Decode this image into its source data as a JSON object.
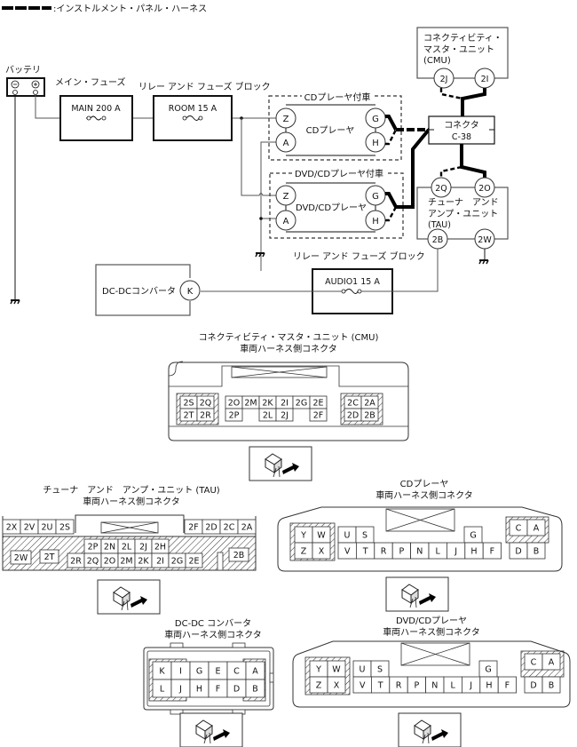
{
  "legend": {
    "label": ":インストルメント・パネル・ハーネス"
  },
  "wiring": {
    "battery": {
      "label": "バッテリ",
      "neg": "⊖",
      "pos": "⊕"
    },
    "main_fuse": {
      "caption": "メイン・フューズ",
      "name": "MAIN 200 A"
    },
    "room_fuse": {
      "caption": "リレー アンド フューズ ブロック",
      "name": "ROOM 15 A"
    },
    "cd_group": {
      "caption": "CDプレーヤ付車",
      "unit": "CDプレーヤ",
      "pins": [
        "Z",
        "A",
        "G",
        "H"
      ]
    },
    "dvd_group": {
      "caption": "DVD/CDプレーヤ付車",
      "unit": "DVD/CDプレーヤ",
      "pins": [
        "Z",
        "A",
        "G",
        "H"
      ]
    },
    "cmu": {
      "line1": "コネクティビティ・",
      "line2": "マスタ・ユニット",
      "line3": "(CMU)",
      "pins": [
        "2J",
        "2I"
      ]
    },
    "connector": {
      "line1": "コネクタ",
      "line2": "C-38"
    },
    "tau": {
      "line1": "チューナ　アンド",
      "line2": "アンプ・ユニット",
      "line3": "(TAU)",
      "pins": [
        "2Q",
        "2O",
        "2B",
        "2W"
      ]
    },
    "audio_fuse": {
      "caption": "リレー アンド フューズ ブロック",
      "name": "AUDIO1 15 A"
    },
    "dcdc": {
      "label": "DC-DCコンバータ",
      "pin": "K"
    }
  },
  "connectors": {
    "cmu": {
      "title1": "コネクティビティ・マスタ・ユニット (CMU)",
      "title2": "車両ハーネス側コネクタ",
      "left_top": [
        "2S",
        "2Q"
      ],
      "left_bottom": [
        "2T",
        "2R"
      ],
      "mid_top": [
        "2O",
        "2M",
        "2K",
        "2I",
        "2G",
        "2E"
      ],
      "mid_bottom": [
        "2P",
        "",
        "2L",
        "2J",
        "",
        "2F"
      ],
      "right_top": [
        "2C",
        "2A"
      ],
      "right_bottom": [
        "2D",
        "2B"
      ]
    },
    "tau": {
      "title1": "チューナ　アンド　アンプ・ユニット (TAU)",
      "title2": "車両ハーネス側コネクタ",
      "top_left": [
        "2X",
        "2V",
        "2U",
        "2S"
      ],
      "top_right": [
        "2F",
        "2D",
        "2C",
        "2A"
      ],
      "mid_top": [
        "2P",
        "2N",
        "2L",
        "2J",
        "2H"
      ],
      "mid_bottom": [
        "2R",
        "2Q",
        "2O",
        "2M",
        "2K",
        "2I",
        "2G",
        "2E"
      ],
      "singles": [
        "2W",
        "2T",
        "2B"
      ]
    },
    "cd": {
      "title1": "CDプレーヤ",
      "title2": "車両ハーネス側コネクタ",
      "left_top": [
        "Y",
        "W"
      ],
      "left_bottom": [
        "Z",
        "X"
      ],
      "top_row": [
        "U",
        "S"
      ],
      "g_cell": "G",
      "bottom_row": [
        "V",
        "T",
        "R",
        "P",
        "N",
        "L",
        "J",
        "H",
        "F"
      ],
      "right_top": [
        "C",
        "A"
      ],
      "right_bottom": [
        "D",
        "B"
      ]
    },
    "dcdc": {
      "title1": "DC-DC コンバータ",
      "title2": "車両ハーネス側コネクタ",
      "top": [
        "K",
        "I",
        "G",
        "E",
        "C",
        "A"
      ],
      "bottom": [
        "L",
        "J",
        "H",
        "F",
        "D",
        "B"
      ]
    },
    "dvd": {
      "title1": "DVD/CDプレーヤ",
      "title2": "車両ハーネス側コネクタ",
      "left_top": [
        "Y",
        "W"
      ],
      "left_bottom": [
        "Z",
        "X"
      ],
      "top_row": [
        "U",
        "S"
      ],
      "g_cell": "G",
      "bottom_row": [
        "V",
        "T",
        "R",
        "P",
        "N",
        "L",
        "J",
        "H",
        "F"
      ],
      "right_top": [
        "C",
        "A"
      ],
      "right_bottom": [
        "D",
        "B"
      ]
    }
  }
}
